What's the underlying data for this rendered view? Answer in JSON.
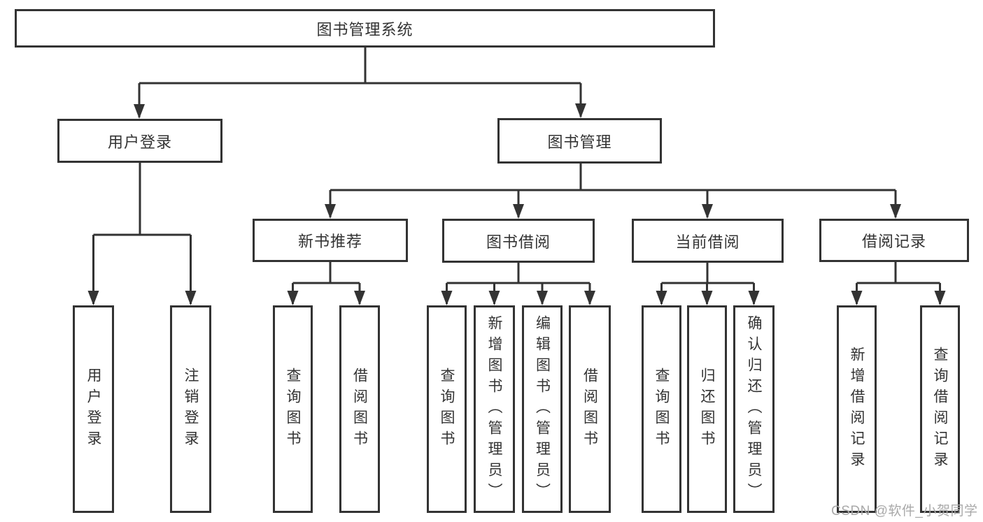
{
  "tree": {
    "root": {
      "label": "图书管理系统"
    },
    "level2": [
      {
        "label": "用户登录",
        "children": [
          {
            "label": "用户登录"
          },
          {
            "label": "注销登录"
          }
        ]
      },
      {
        "label": "图书管理",
        "children": [
          {
            "label": "新书推荐",
            "children": [
              {
                "label": "查询图书"
              },
              {
                "label": "借阅图书"
              }
            ]
          },
          {
            "label": "图书借阅",
            "children": [
              {
                "label": "查询图书"
              },
              {
                "label": "新增图书（管理员）"
              },
              {
                "label": "编辑图书（管理员）"
              },
              {
                "label": "借阅图书"
              }
            ]
          },
          {
            "label": "当前借阅",
            "children": [
              {
                "label": "查询图书"
              },
              {
                "label": "归还图书"
              },
              {
                "label": "确认归还（管理员）"
              }
            ]
          },
          {
            "label": "借阅记录",
            "children": [
              {
                "label": "新增借阅记录"
              },
              {
                "label": "查询借阅记录"
              }
            ]
          }
        ]
      }
    ]
  },
  "watermark": {
    "text": "CSDN @软件_小贺同学"
  },
  "colors": {
    "line": "#333333",
    "text": "#333333",
    "watermark": "#a9a9a9",
    "bg": "#ffffff"
  }
}
